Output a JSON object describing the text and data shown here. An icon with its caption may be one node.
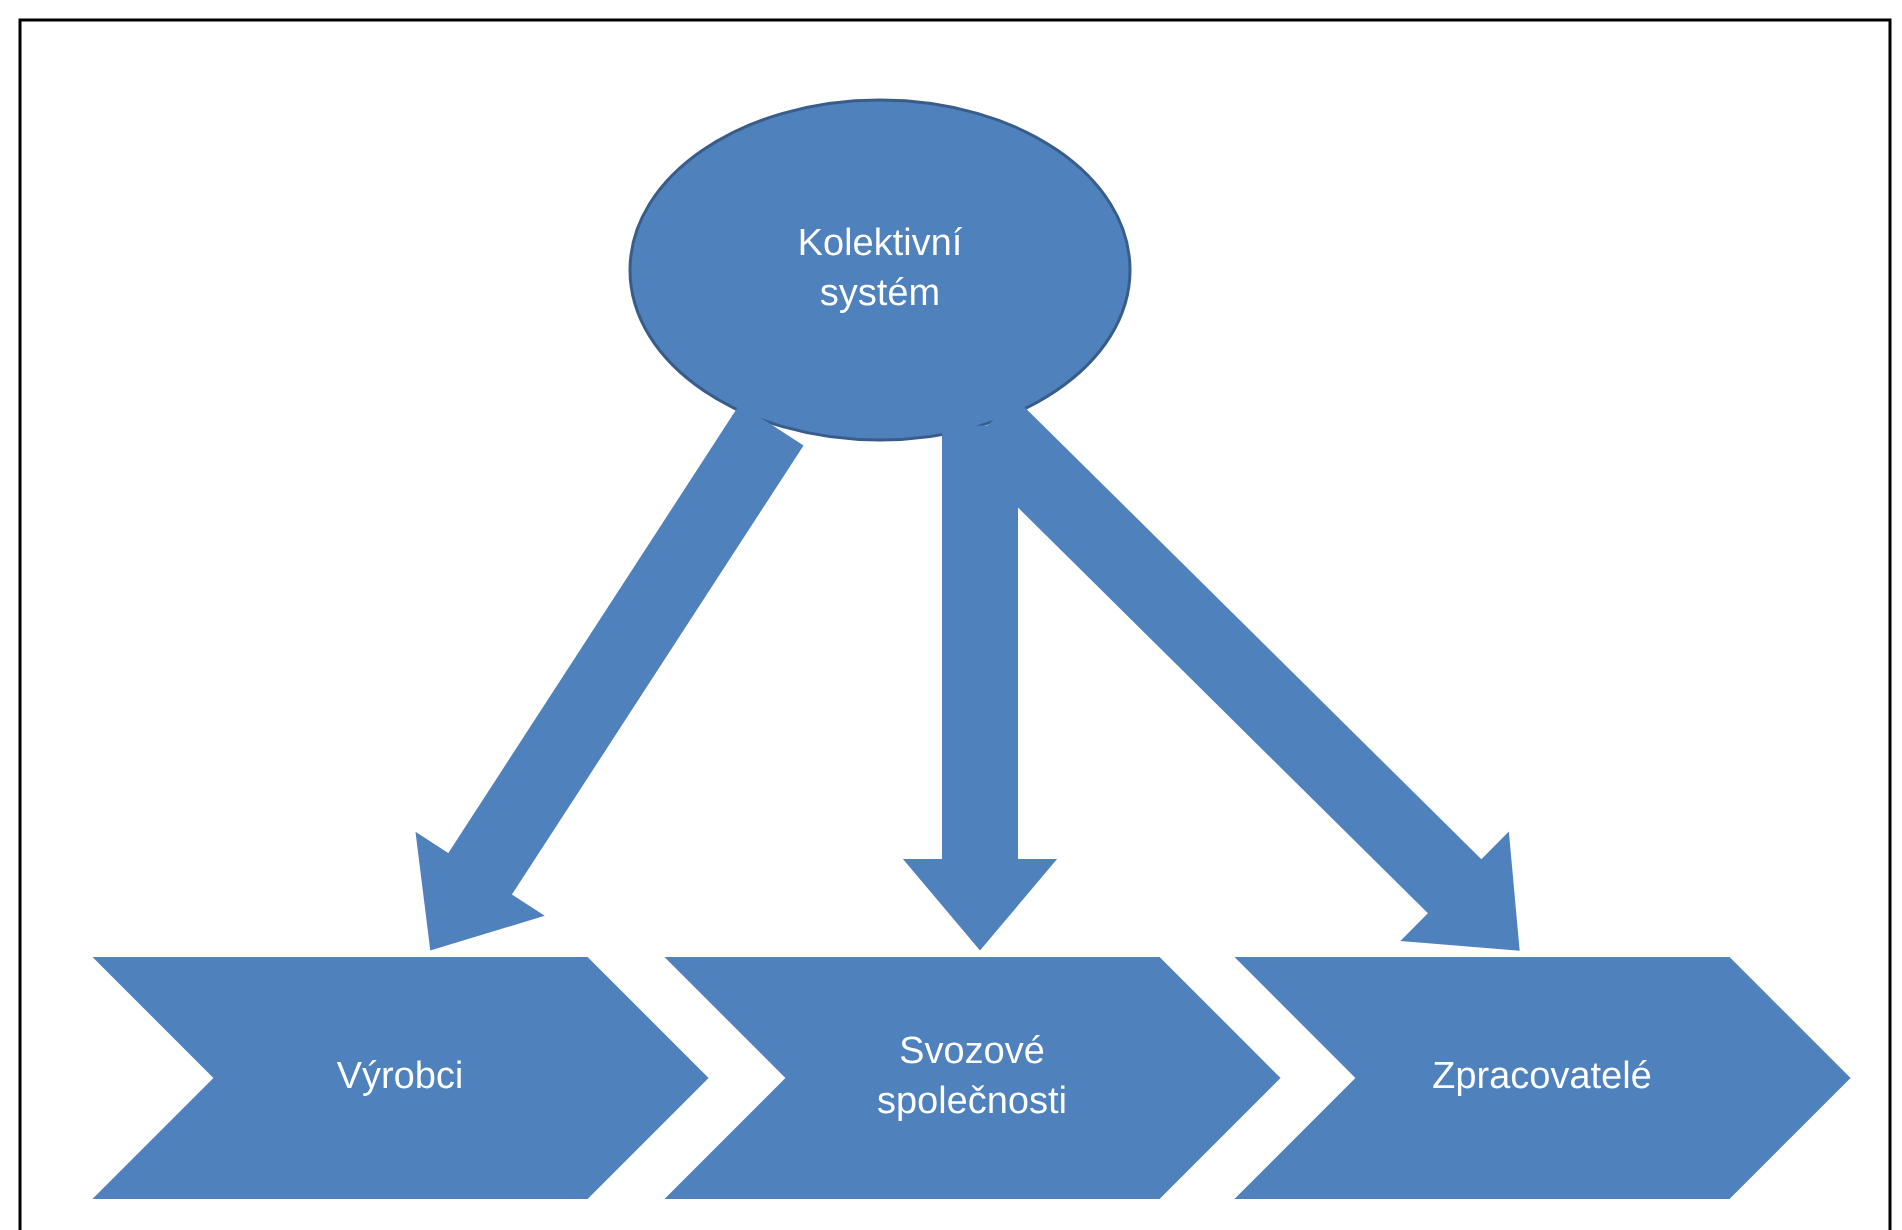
{
  "diagram": {
    "nodes": [
      {
        "text": [
          "Kolektivní systém"
        ]
      },
      {
        "text": [
          "Výrobci"
        ]
      },
      {
        "text": [
          "Svozové společnosti"
        ]
      },
      {
        "text": [
          "Zpracovatelé"
        ]
      }
    ],
    "edges": [
      {
        "from": 0,
        "to": 1,
        "arrow": "to"
      },
      {
        "from": 0,
        "to": 2,
        "arrow": "to"
      },
      {
        "from": 0,
        "to": 3,
        "arrow": "to"
      }
    ]
  }
}
